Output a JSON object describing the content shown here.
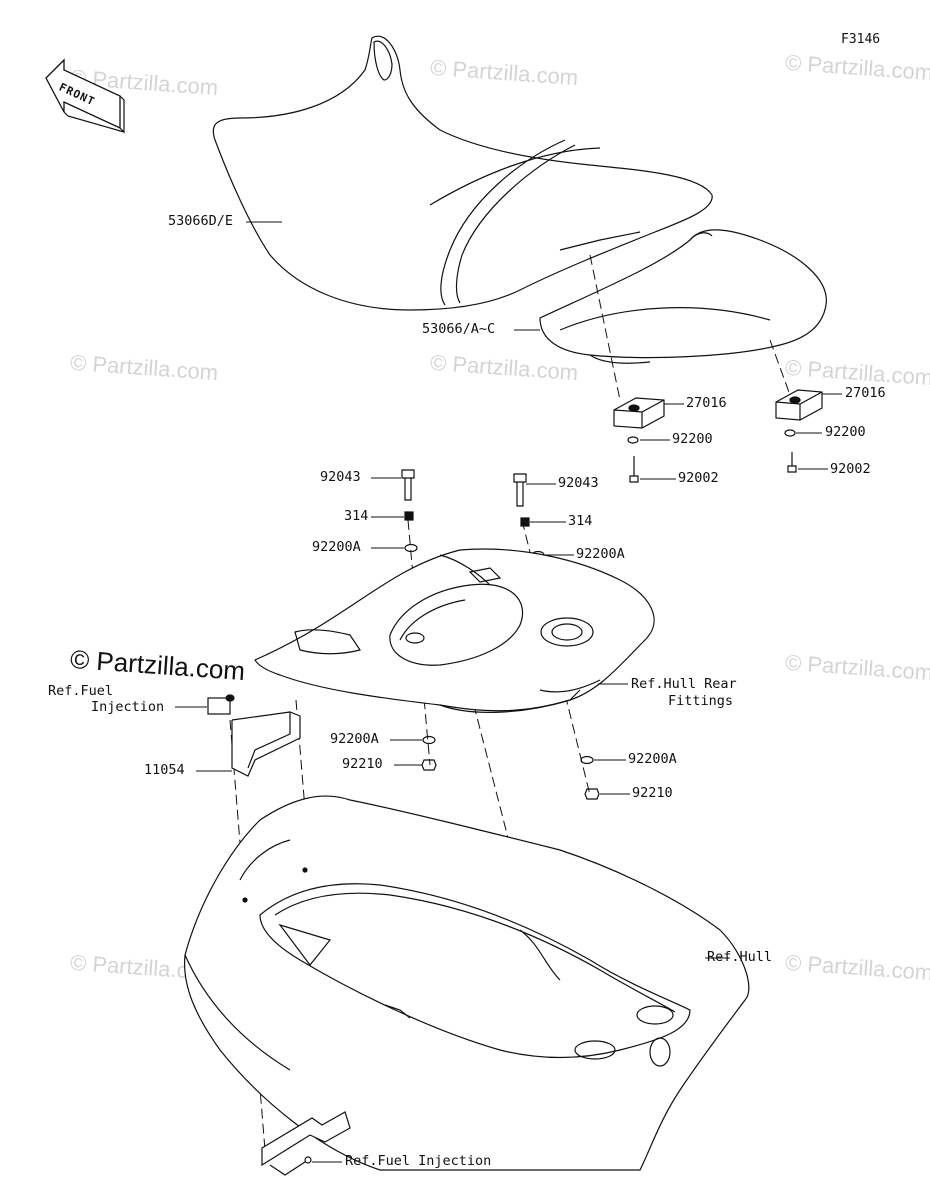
{
  "figure_code": "F3146",
  "front_label": "FRONT",
  "watermark": "© Partzilla.com",
  "labels": {
    "seat_front": "53066D/E",
    "seat_rear": "53066/A~C",
    "bracket_27016_left": "27016",
    "bracket_27016_right": "27016",
    "washer_92200_left": "92200",
    "washer_92200_right": "92200",
    "bolt_92002_left": "92002",
    "bolt_92002_right": "92002",
    "bolt_92043_left": "92043",
    "bolt_92043_right": "92043",
    "part_314_left": "314",
    "part_314_right": "314",
    "washer_92200a_upper_left": "92200A",
    "washer_92200a_upper_right": "92200A",
    "washer_92200a_lower_left": "92200A",
    "washer_92200a_lower_right": "92200A",
    "nut_92210_left": "92210",
    "nut_92210_right": "92210",
    "bracket_11054": "11054",
    "ref_fuel_injection_top_1": "Ref.Fuel",
    "ref_fuel_injection_top_2": "Injection",
    "ref_hull_rear_1": "Ref.Hull Rear",
    "ref_hull_rear_2": "Fittings",
    "ref_hull": "Ref.Hull",
    "ref_fuel_injection_bottom": "Ref.Fuel Injection"
  }
}
